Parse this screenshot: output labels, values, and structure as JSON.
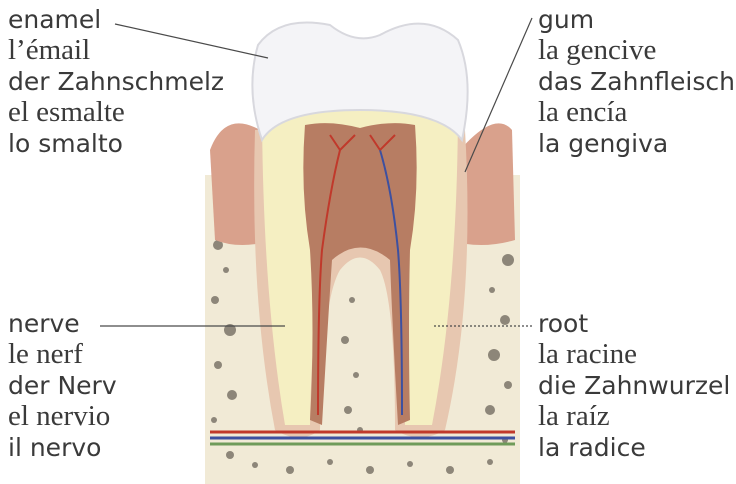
{
  "labels": {
    "enamel": [
      "enamel",
      "l’émail",
      "der Zahnschmelz",
      "el esmalte",
      "lo smalto"
    ],
    "gum": [
      "gum",
      "la gencive",
      "das Zahnfleisch",
      "la encía",
      "la gengiva"
    ],
    "nerve": [
      "nerve",
      "le nerf",
      "der Nerv",
      "el nervio",
      "il nervo"
    ],
    "root": [
      "root",
      "la racine",
      "die Zahnwurzel",
      "la raíz",
      "la radice"
    ]
  },
  "colors": {
    "enamel": "#f3f3f6",
    "dentin": "#f5efc2",
    "pulp": "#b77d63",
    "gum": "#d9a18c",
    "bone": "#efe6d0",
    "text": "#3a3a3a"
  }
}
